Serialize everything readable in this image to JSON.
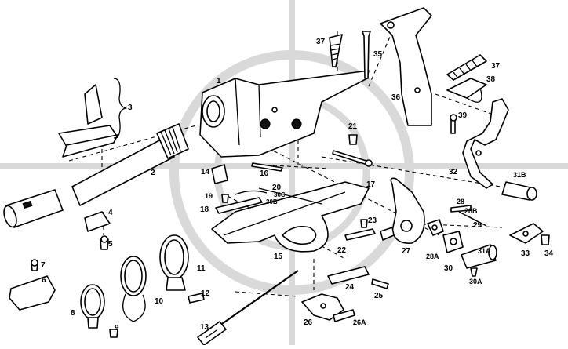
{
  "labels": {
    "l1": "1",
    "l2": "2",
    "l3": "3",
    "l4": "4",
    "l5": "5",
    "l6": "6",
    "l7": "7",
    "l8": "8",
    "l9": "9",
    "l10": "10",
    "l11": "11",
    "l12": "12",
    "l13": "13",
    "l14": "14",
    "l15": "15",
    "l16": "16",
    "l17": "17",
    "l18": "18",
    "l19": "19",
    "l20": "20",
    "l21": "21",
    "l22": "22",
    "l23": "23",
    "l24": "24",
    "l25": "25",
    "l26": "26",
    "l26a": "26A",
    "l27": "27",
    "l28": "28",
    "l28a": "28A",
    "l28b": "28B",
    "l29": "29",
    "l30": "30",
    "l30a": "30A",
    "l30b": "30B",
    "l30c": "30C",
    "l31a": "31A",
    "l31b": "31B",
    "l32": "32",
    "l33": "33",
    "l34": "34",
    "l35": "35",
    "l36": "36",
    "l37a": "37",
    "l37b": "37",
    "l38": "38",
    "l39": "39"
  },
  "colors": {
    "ink": "#000000",
    "paper": "#ffffff",
    "watermark": "#d9d9d9"
  }
}
